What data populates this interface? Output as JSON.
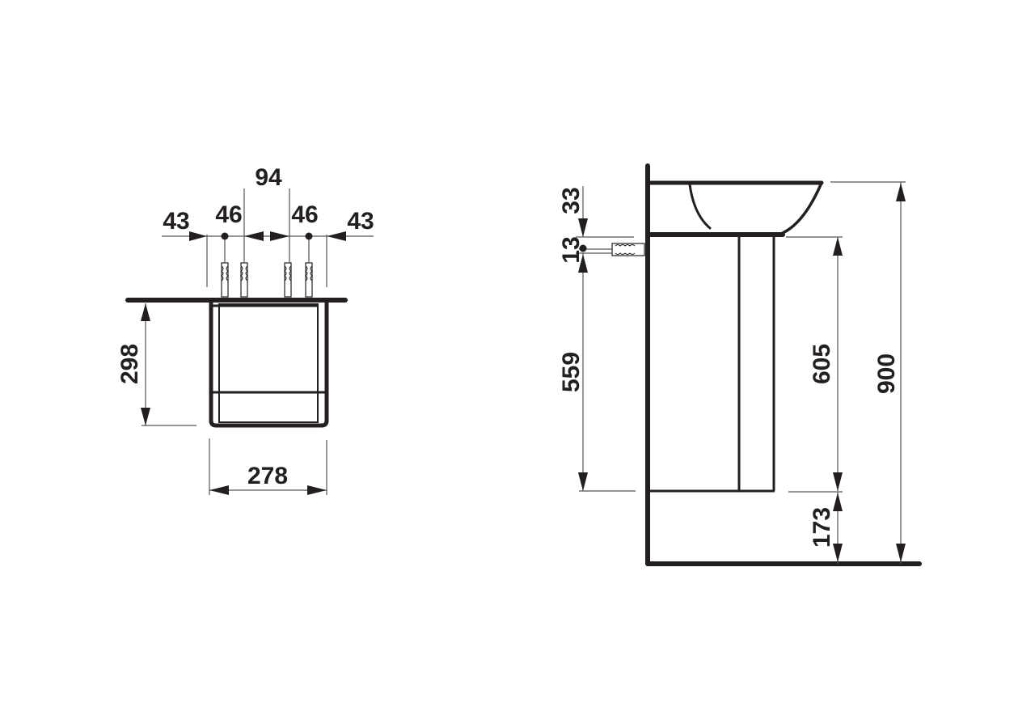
{
  "drawing": {
    "type": "technical dimension drawing",
    "subject": "wall-mounted washbasin with vanity cabinet",
    "units": "mm",
    "stroke_color": "#231f20",
    "background": "#ffffff"
  },
  "top_view": {
    "dimensions": {
      "anchor_spacing_total": "94",
      "left_edge_offset": "43",
      "left_anchor_spacing": "46",
      "right_anchor_spacing": "46",
      "right_edge_offset": "43",
      "depth": "298",
      "width": "278"
    }
  },
  "side_view": {
    "dimensions": {
      "top_to_anchor": "33",
      "anchor_offset": "13",
      "anchor_to_bottom": "559",
      "cabinet_height": "605",
      "total_height": "900",
      "floor_clearance": "173"
    }
  }
}
